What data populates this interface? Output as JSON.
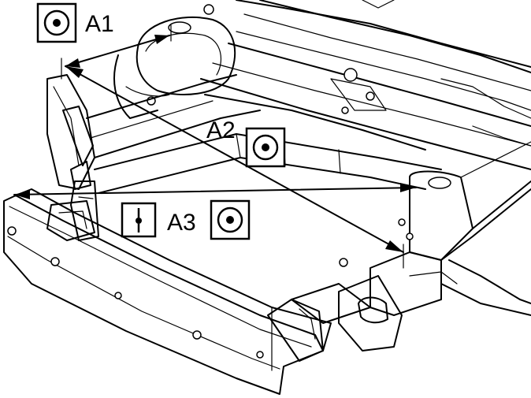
{
  "labels": {
    "a1": "A1",
    "a2": "A2",
    "a3": "A3"
  },
  "symbols": {
    "a1": "concentric-circle-icon",
    "a2": "concentric-circle-icon",
    "a3_left": "centerline-icon",
    "a3_right": "concentric-circle-icon"
  },
  "colors": {
    "ink": "#000000",
    "background": "#ffffff"
  }
}
